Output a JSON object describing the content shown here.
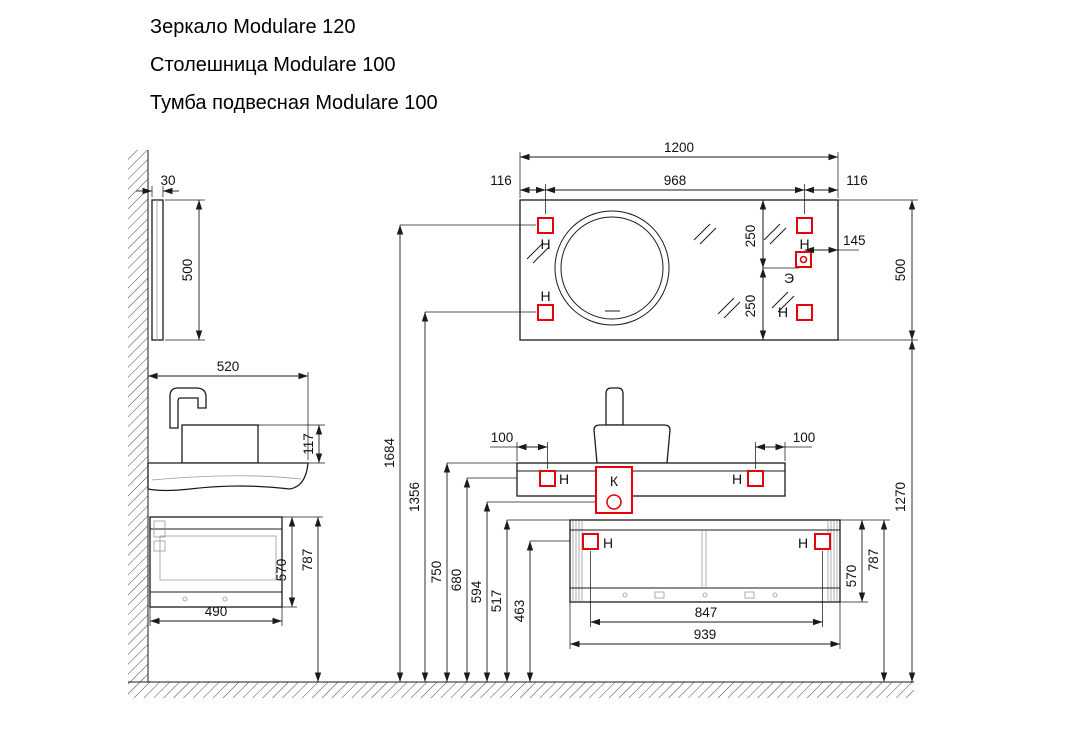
{
  "title_block": {
    "product1": "Зеркало Modulare 120",
    "product2": "Столешница Modulare 100",
    "product3": "Тумба подвесная Modulare 100"
  },
  "labels": {
    "mount": "Н",
    "outlet": "Э",
    "drain": "К"
  },
  "colors": {
    "marker_red": "#e8000d",
    "drawing_black": "#1b1b1b"
  },
  "dims": {
    "mirror_thickness": "30",
    "mirror_side_height": "500",
    "countertop_depth": "520",
    "basin_height": "117",
    "cabinet_depth": "490",
    "cabinet_side_height": "570",
    "cabinet_side_top_height": "787",
    "mirror_width": "1200",
    "mirror_hole_left_offset": "116",
    "mirror_holes_span": "968",
    "mirror_hole_right_offset": "116",
    "mirror_front_height": "500",
    "mirror_half_top": "250",
    "mirror_half_bottom": "250",
    "outlet_offset": "145",
    "h_mirror_top_holes": "1684",
    "h_mirror_bottom_holes": "1356",
    "h_countertop": "750",
    "h_countertop_holes": "680",
    "h_drain": "594",
    "h_cabinet_top": "517",
    "h_cabinet_holes": "463",
    "countertop_hole_left_offset": "100",
    "countertop_hole_right_offset": "100",
    "cabinet_holes_span": "847",
    "cabinet_width": "939",
    "cabinet_front_height": "570",
    "cabinet_front_top_height": "787",
    "h_mirror_bottom": "1270"
  }
}
